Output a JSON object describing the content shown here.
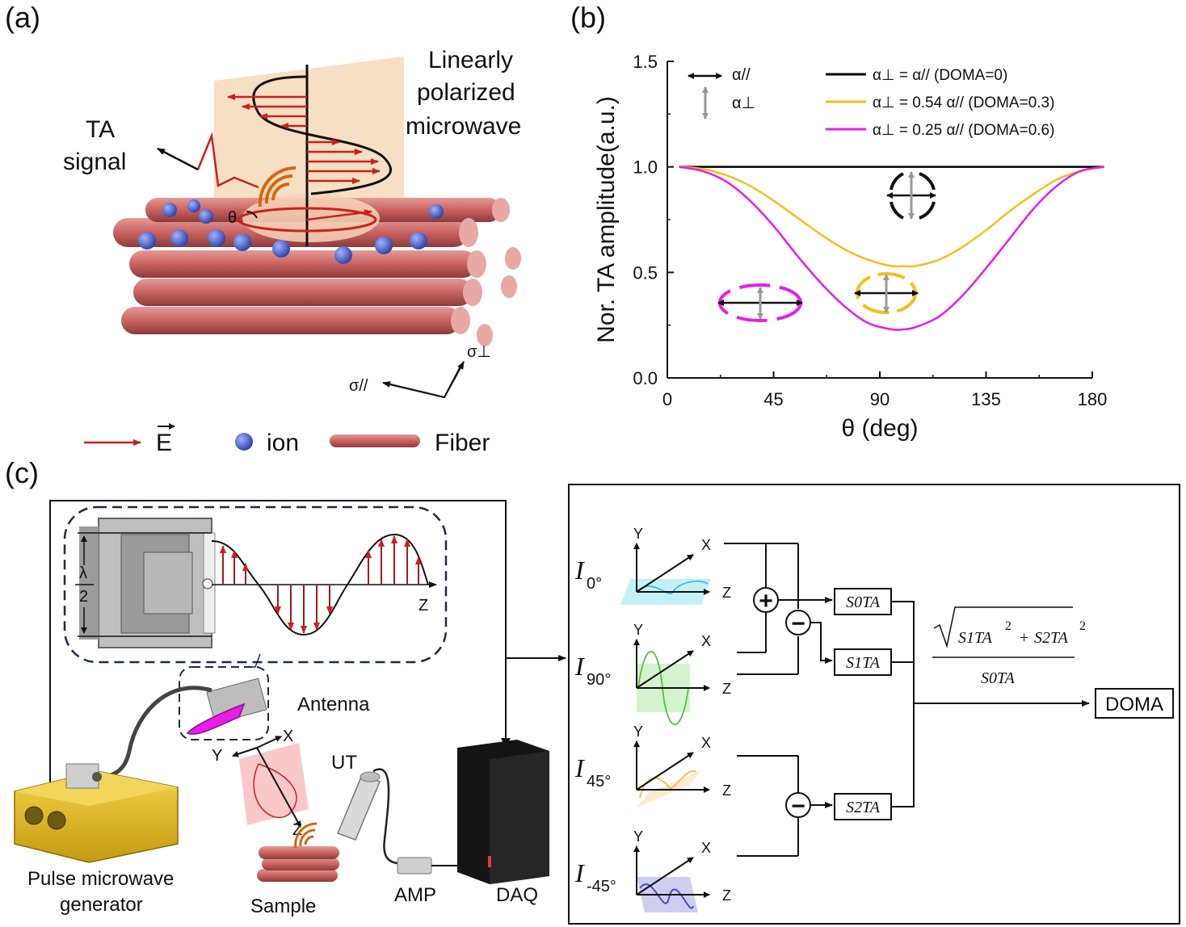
{
  "panels": {
    "a": "(a)",
    "b": "(b)",
    "c": "(c)"
  },
  "panel_a": {
    "title_lines": [
      "Linearly",
      "polarized",
      "microwave"
    ],
    "ta_lines": [
      "TA",
      "signal"
    ],
    "theta": "θ",
    "sigma_perp": "σ⊥",
    "sigma_par": "σ//",
    "legend": {
      "e_field": "E",
      "ion": "ion",
      "fiber": "Fiber"
    },
    "colors": {
      "field": "#cc1f1f",
      "fiber": "#c96a6a",
      "ion": "#3d55c8",
      "plane": "#f6d9b8"
    }
  },
  "chart_data": {
    "type": "line",
    "xlabel": "θ (deg)",
    "ylabel": "Nor. TA amplitude(a.u.)",
    "xlim": [
      0,
      180
    ],
    "ylim": [
      0,
      1.5
    ],
    "xticks": [
      0,
      45,
      90,
      135,
      180
    ],
    "yticks": [
      "0.0",
      "0.5",
      "1.0",
      "1.5"
    ],
    "x": [
      5,
      15,
      25,
      35,
      45,
      55,
      65,
      75,
      85,
      95,
      100,
      105,
      115,
      125,
      135,
      145,
      155,
      165,
      175,
      185
    ],
    "series": [
      {
        "name": "α⊥ = α//  (DOMA=0)",
        "color": "#000000",
        "values": [
          1.0,
          1.0,
          1.0,
          1.0,
          1.0,
          1.0,
          1.0,
          1.0,
          1.0,
          1.0,
          1.0,
          1.0,
          1.0,
          1.0,
          1.0,
          1.0,
          1.0,
          1.0,
          1.0,
          1.0
        ]
      },
      {
        "name": "α⊥ = 0.54 α//  (DOMA=0.3)",
        "color": "#f2c01c",
        "values": [
          1.0,
          0.99,
          0.96,
          0.91,
          0.84,
          0.76,
          0.68,
          0.61,
          0.56,
          0.53,
          0.53,
          0.53,
          0.56,
          0.62,
          0.7,
          0.79,
          0.87,
          0.94,
          0.98,
          1.0
        ]
      },
      {
        "name": "α⊥ = 0.25 α//  (DOMA=0.6)",
        "color": "#e61ee6",
        "values": [
          1.0,
          0.98,
          0.93,
          0.84,
          0.72,
          0.58,
          0.45,
          0.34,
          0.26,
          0.23,
          0.23,
          0.24,
          0.29,
          0.39,
          0.52,
          0.66,
          0.8,
          0.91,
          0.98,
          1.0
        ]
      }
    ],
    "legend_placement": "top",
    "inset_legend": {
      "par": "α//",
      "perp": "α⊥"
    }
  },
  "panel_c": {
    "lambda_top": "λ",
    "lambda_bottom": "2",
    "z_axis": "Z",
    "antenna": "Antenna",
    "ut": "UT",
    "amp": "AMP",
    "daq": "DAQ",
    "sample": "Sample",
    "generator_lines": [
      "Pulse microwave",
      "generator"
    ],
    "axes": {
      "x": "X",
      "y": "Y",
      "z": "Z"
    },
    "rows": [
      {
        "base": "I",
        "sub": "0°",
        "fill": "#bfeff5",
        "stroke": "#32c3dc"
      },
      {
        "base": "I",
        "sub": "90°",
        "fill": "#cdf2c6",
        "stroke": "#55c23d"
      },
      {
        "base": "I",
        "sub": "45°",
        "fill": "#fde9c8",
        "stroke": "#f2bd45"
      },
      {
        "base": "I",
        "sub": "-45°",
        "fill": "#c9c9f0",
        "stroke": "#3d3dc8"
      }
    ],
    "ops": {
      "plus": "+",
      "minus": "−"
    },
    "boxes": {
      "s0": "S0TA",
      "s1": "S1TA",
      "s2": "S2TA"
    },
    "formula": {
      "num_1": "S1TA",
      "num_2": "S2TA",
      "den": "S0TA",
      "exp": "2",
      "plus": "+"
    },
    "output": "DOMA"
  }
}
